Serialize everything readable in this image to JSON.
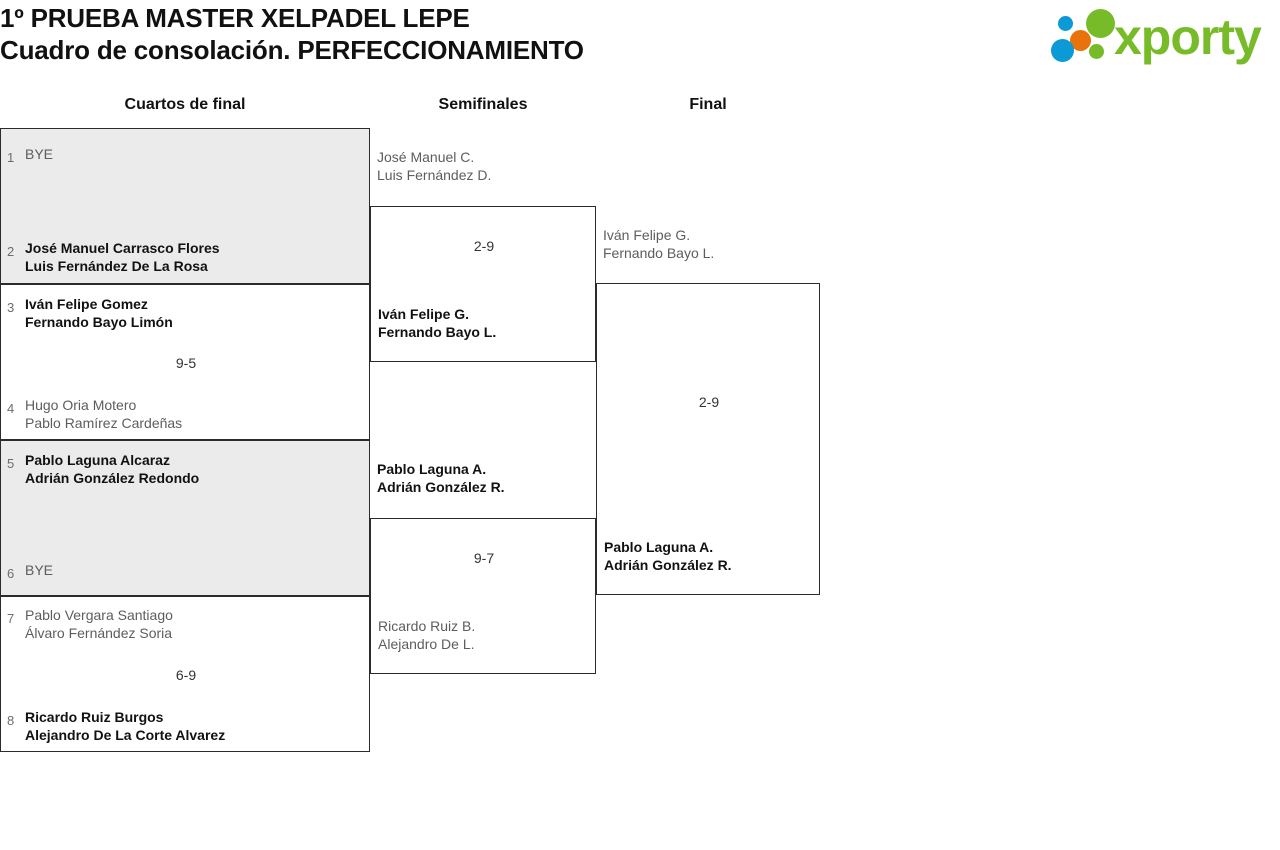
{
  "header": {
    "title_line_1": "1º PRUEBA MASTER XELPADEL LEPE",
    "title_line_2": "Cuadro de consolación. PERFECCIONAMIENTO",
    "logo_text": "xporty",
    "logo_colors": {
      "green": "#77bc28",
      "blue": "#0b9ad6",
      "orange": "#e8730c"
    }
  },
  "rounds": [
    {
      "label": "Cuartos de final"
    },
    {
      "label": "Semifinales"
    },
    {
      "label": "Final"
    }
  ],
  "colors": {
    "shaded_background": "#ebebeb",
    "border": "#2b2b2b",
    "winner_text": "#121212",
    "loser_text": "#5d5d5d",
    "seed_text": "#6d6d6d"
  },
  "quarterfinals": [
    {
      "shaded": true,
      "score": "",
      "top": {
        "seed": "1",
        "line1": "BYE",
        "line2": "",
        "status": "loser"
      },
      "bottom": {
        "seed": "2",
        "line1": "José Manuel Carrasco Flores",
        "line2": "Luis Fernández De La Rosa",
        "status": "winner"
      }
    },
    {
      "shaded": false,
      "score": "9-5",
      "top": {
        "seed": "3",
        "line1": "Iván Felipe Gomez",
        "line2": "Fernando Bayo Limón",
        "status": "winner"
      },
      "bottom": {
        "seed": "4",
        "line1": "Hugo Oria Motero",
        "line2": "Pablo Ramírez Cardeñas",
        "status": "loser"
      }
    },
    {
      "shaded": true,
      "score": "",
      "top": {
        "seed": "5",
        "line1": "Pablo Laguna Alcaraz",
        "line2": "Adrián González Redondo",
        "status": "winner"
      },
      "bottom": {
        "seed": "6",
        "line1": "BYE",
        "line2": "",
        "status": "loser"
      }
    },
    {
      "shaded": false,
      "score": "6-9",
      "top": {
        "seed": "7",
        "line1": "Pablo Vergara Santiago",
        "line2": "Álvaro Fernández Soria",
        "status": "loser"
      },
      "bottom": {
        "seed": "8",
        "line1": "Ricardo Ruiz Burgos",
        "line2": "Alejandro De La Corte Alvarez",
        "status": "winner"
      }
    }
  ],
  "semifinals": [
    {
      "score": "2-9",
      "top": {
        "line1": "José Manuel C.",
        "line2": "Luis Fernández D.",
        "status": "loser"
      },
      "bottom": {
        "line1": "Iván Felipe G.",
        "line2": "Fernando Bayo L.",
        "status": "winner"
      }
    },
    {
      "score": "9-7",
      "top": {
        "line1": "Pablo Laguna A.",
        "line2": "Adrián González R.",
        "status": "winner"
      },
      "bottom": {
        "line1": "Ricardo Ruiz B.",
        "line2": "Alejandro De L.",
        "status": "loser"
      }
    }
  ],
  "final": [
    {
      "score": "2-9",
      "top": {
        "line1": "Iván Felipe G.",
        "line2": "Fernando Bayo L.",
        "status": "loser"
      },
      "bottom": {
        "line1": "Pablo Laguna A.",
        "line2": "Adrián González R.",
        "status": "winner"
      }
    }
  ]
}
